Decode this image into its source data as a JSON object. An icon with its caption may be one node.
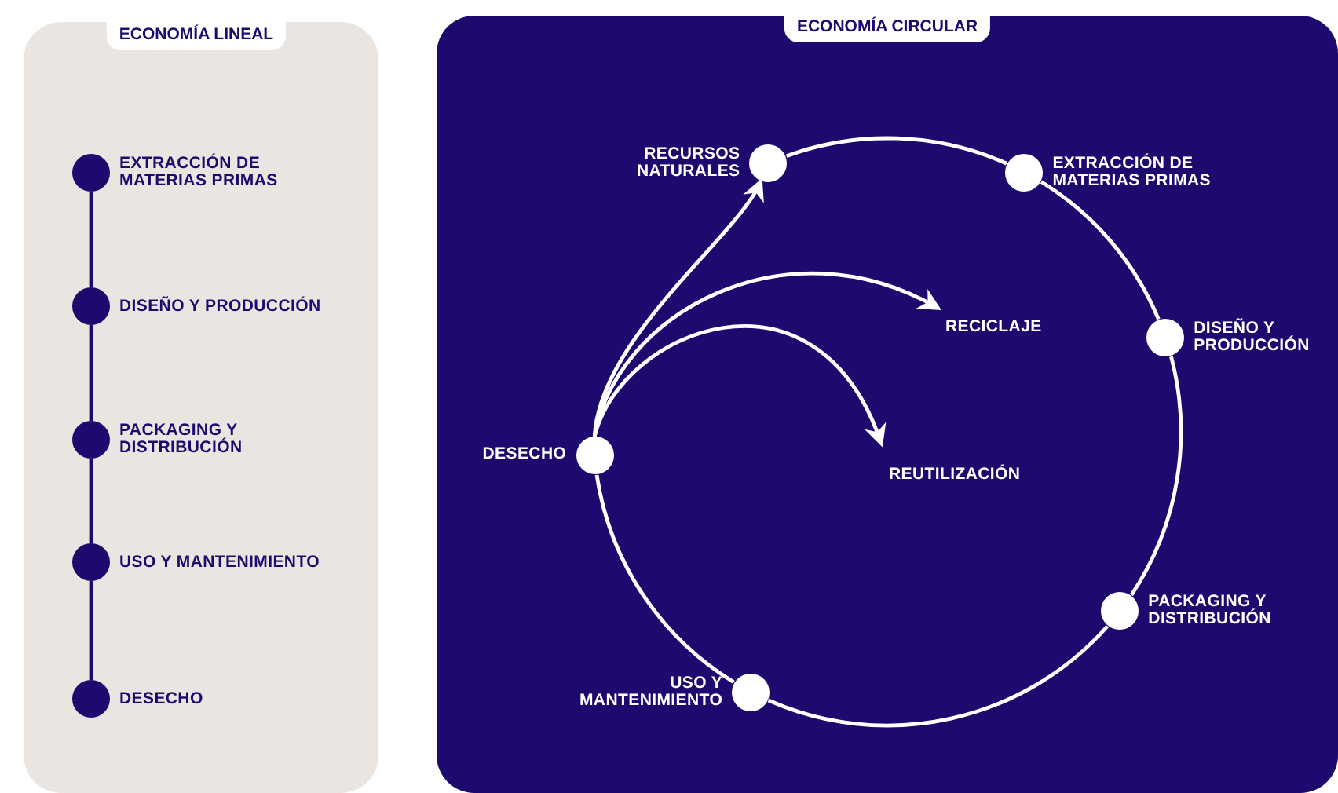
{
  "diagram": {
    "nodes": [
      {
        "text": [
          "ECONOMÍA LINEAL"
        ]
      },
      {
        "text": [
          "EXTRACCIÓN DE MATERIAS PRIMAS"
        ],
        "in": 0
      },
      {
        "text": [
          "DISEÑO Y PRODUCCIÓN"
        ],
        "in": 0
      },
      {
        "text": [
          "PACKAGING Y DISTRIBUCIÓN"
        ],
        "in": 0
      },
      {
        "text": [
          "USO Y MANTENIMIENTO"
        ],
        "in": 0
      },
      {
        "text": [
          "DESECHO"
        ],
        "in": 0
      },
      {
        "text": [
          "ECONOMÍA CIRCULAR"
        ]
      },
      {
        "text": [
          "RECURSOS NATURALES"
        ],
        "in": 6
      },
      {
        "text": [
          "EXTRACCIÓN DE MATERIAS PRIMAS"
        ],
        "in": 6
      },
      {
        "text": [
          "DISEÑO Y PRODUCCIÓN"
        ],
        "in": 6
      },
      {
        "text": [
          "PACKAGING Y DISTRIBUCIÓN"
        ],
        "in": 6
      },
      {
        "text": [
          "USO Y MANTENIMIENTO"
        ],
        "in": 6
      },
      {
        "text": [
          "DESECHO"
        ],
        "in": 6
      },
      {
        "text": [
          "RECICLAJE"
        ],
        "in": 6
      },
      {
        "text": [
          "REUTILIZACIÓN"
        ],
        "in": 6
      }
    ],
    "edges": [
      {
        "from": 1,
        "to": 2,
        "arrow": "none",
        "color": "#1e0a6e"
      },
      {
        "from": 2,
        "to": 3,
        "arrow": "none",
        "color": "#1e0a6e"
      },
      {
        "from": 3,
        "to": 4,
        "arrow": "none",
        "color": "#1e0a6e"
      },
      {
        "from": 4,
        "to": 5,
        "arrow": "none",
        "color": "#1e0a6e"
      },
      {
        "from": 7,
        "to": 8,
        "arrow": "none"
      },
      {
        "from": 8,
        "to": 9,
        "arrow": "none"
      },
      {
        "from": 9,
        "to": 10,
        "arrow": "none"
      },
      {
        "from": 10,
        "to": 11,
        "arrow": "none"
      },
      {
        "from": 11,
        "to": 12,
        "arrow": "none"
      },
      {
        "from": 12,
        "to": 7,
        "arrow": "to"
      },
      {
        "from": 12,
        "to": 13,
        "arrow": "to"
      },
      {
        "from": 12,
        "to": 14,
        "arrow": "to"
      }
    ]
  }
}
